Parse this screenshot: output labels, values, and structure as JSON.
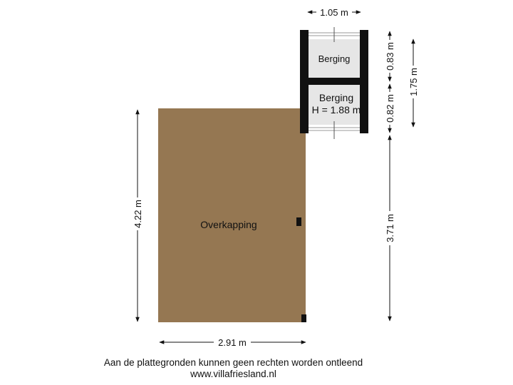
{
  "rooms": {
    "overkapping": {
      "label": "Overkapping",
      "fill": "#957752"
    },
    "berging_top": {
      "label": "Berging",
      "fill": "#e6e6e6"
    },
    "berging_bottom": {
      "label": "Berging",
      "height_label": "H = 1.88 m",
      "fill": "#e6e6e6"
    }
  },
  "dimensions": {
    "top_width": "1.05 m",
    "berging_top_height": "0.83 m",
    "berging_bottom_height": "0.82 m",
    "berging_total_height": "1.75 m",
    "overkapping_height": "4.22 m",
    "right_lower_height": "3.71 m",
    "overkapping_width": "2.91 m"
  },
  "footer": {
    "line1": "Aan de plattegronden kunnen geen rechten worden ontleend",
    "line2": "www.villafriesland.nl"
  },
  "colors": {
    "wall": "#111111",
    "dimension_line": "#111111"
  }
}
